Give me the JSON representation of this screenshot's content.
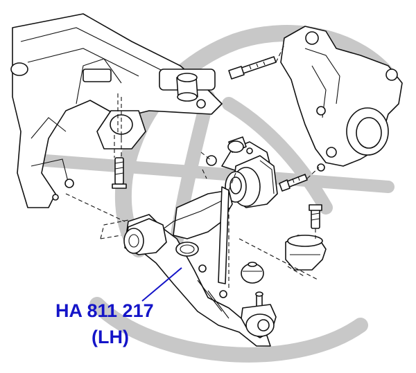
{
  "diagram": {
    "part_number": "HA 811 217",
    "side": "(LH)",
    "colors": {
      "label": "#1414c8",
      "watermark": "#c8c8c8",
      "line": "#111111"
    },
    "icons": [
      "hub-h-logo-watermark"
    ]
  }
}
